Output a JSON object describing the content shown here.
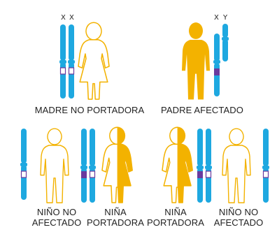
{
  "parents": {
    "mother": {
      "label": "MADRE NO PORTADORA",
      "chromosomes": [
        "X",
        "X"
      ]
    },
    "father": {
      "label": "PADRE AFECTADO",
      "chromosomes": [
        "X",
        "Y"
      ]
    }
  },
  "children": [
    {
      "line1": "NIÑO NO",
      "line2": "AFECTADO"
    },
    {
      "line1": "NIÑA",
      "line2": "PORTADORA"
    },
    {
      "line1": "NIÑA",
      "line2": "PORTADORA"
    },
    {
      "line1": "NIÑO NO",
      "line2": "AFECTADO"
    }
  ],
  "colors": {
    "chromosome": "#1ea8e0",
    "affected_gene": "#6a3a9e",
    "person": "#f3b200"
  }
}
